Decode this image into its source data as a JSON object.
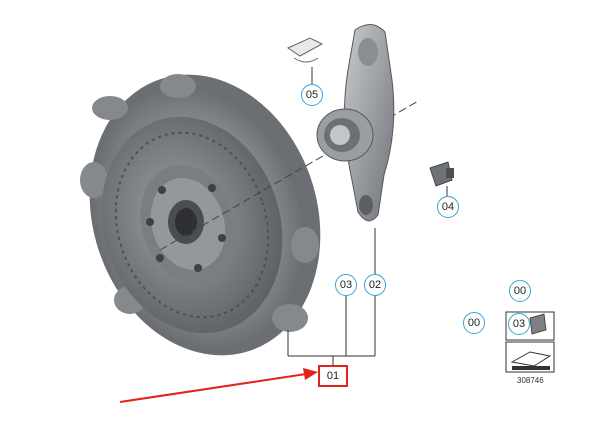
{
  "callouts": {
    "clutch_kit": "01",
    "release_fork": "02",
    "release_bearing": "03",
    "bolt": "04",
    "clip": "05",
    "misc_1": "00",
    "misc_2": "00",
    "bolt_box_label": "03"
  },
  "ref_number": "308746",
  "colors": {
    "callout_border": "#3aa0d8",
    "highlight_box": "#e2231a",
    "arrow": "#e2231a",
    "part_gray": "#7d8085"
  }
}
